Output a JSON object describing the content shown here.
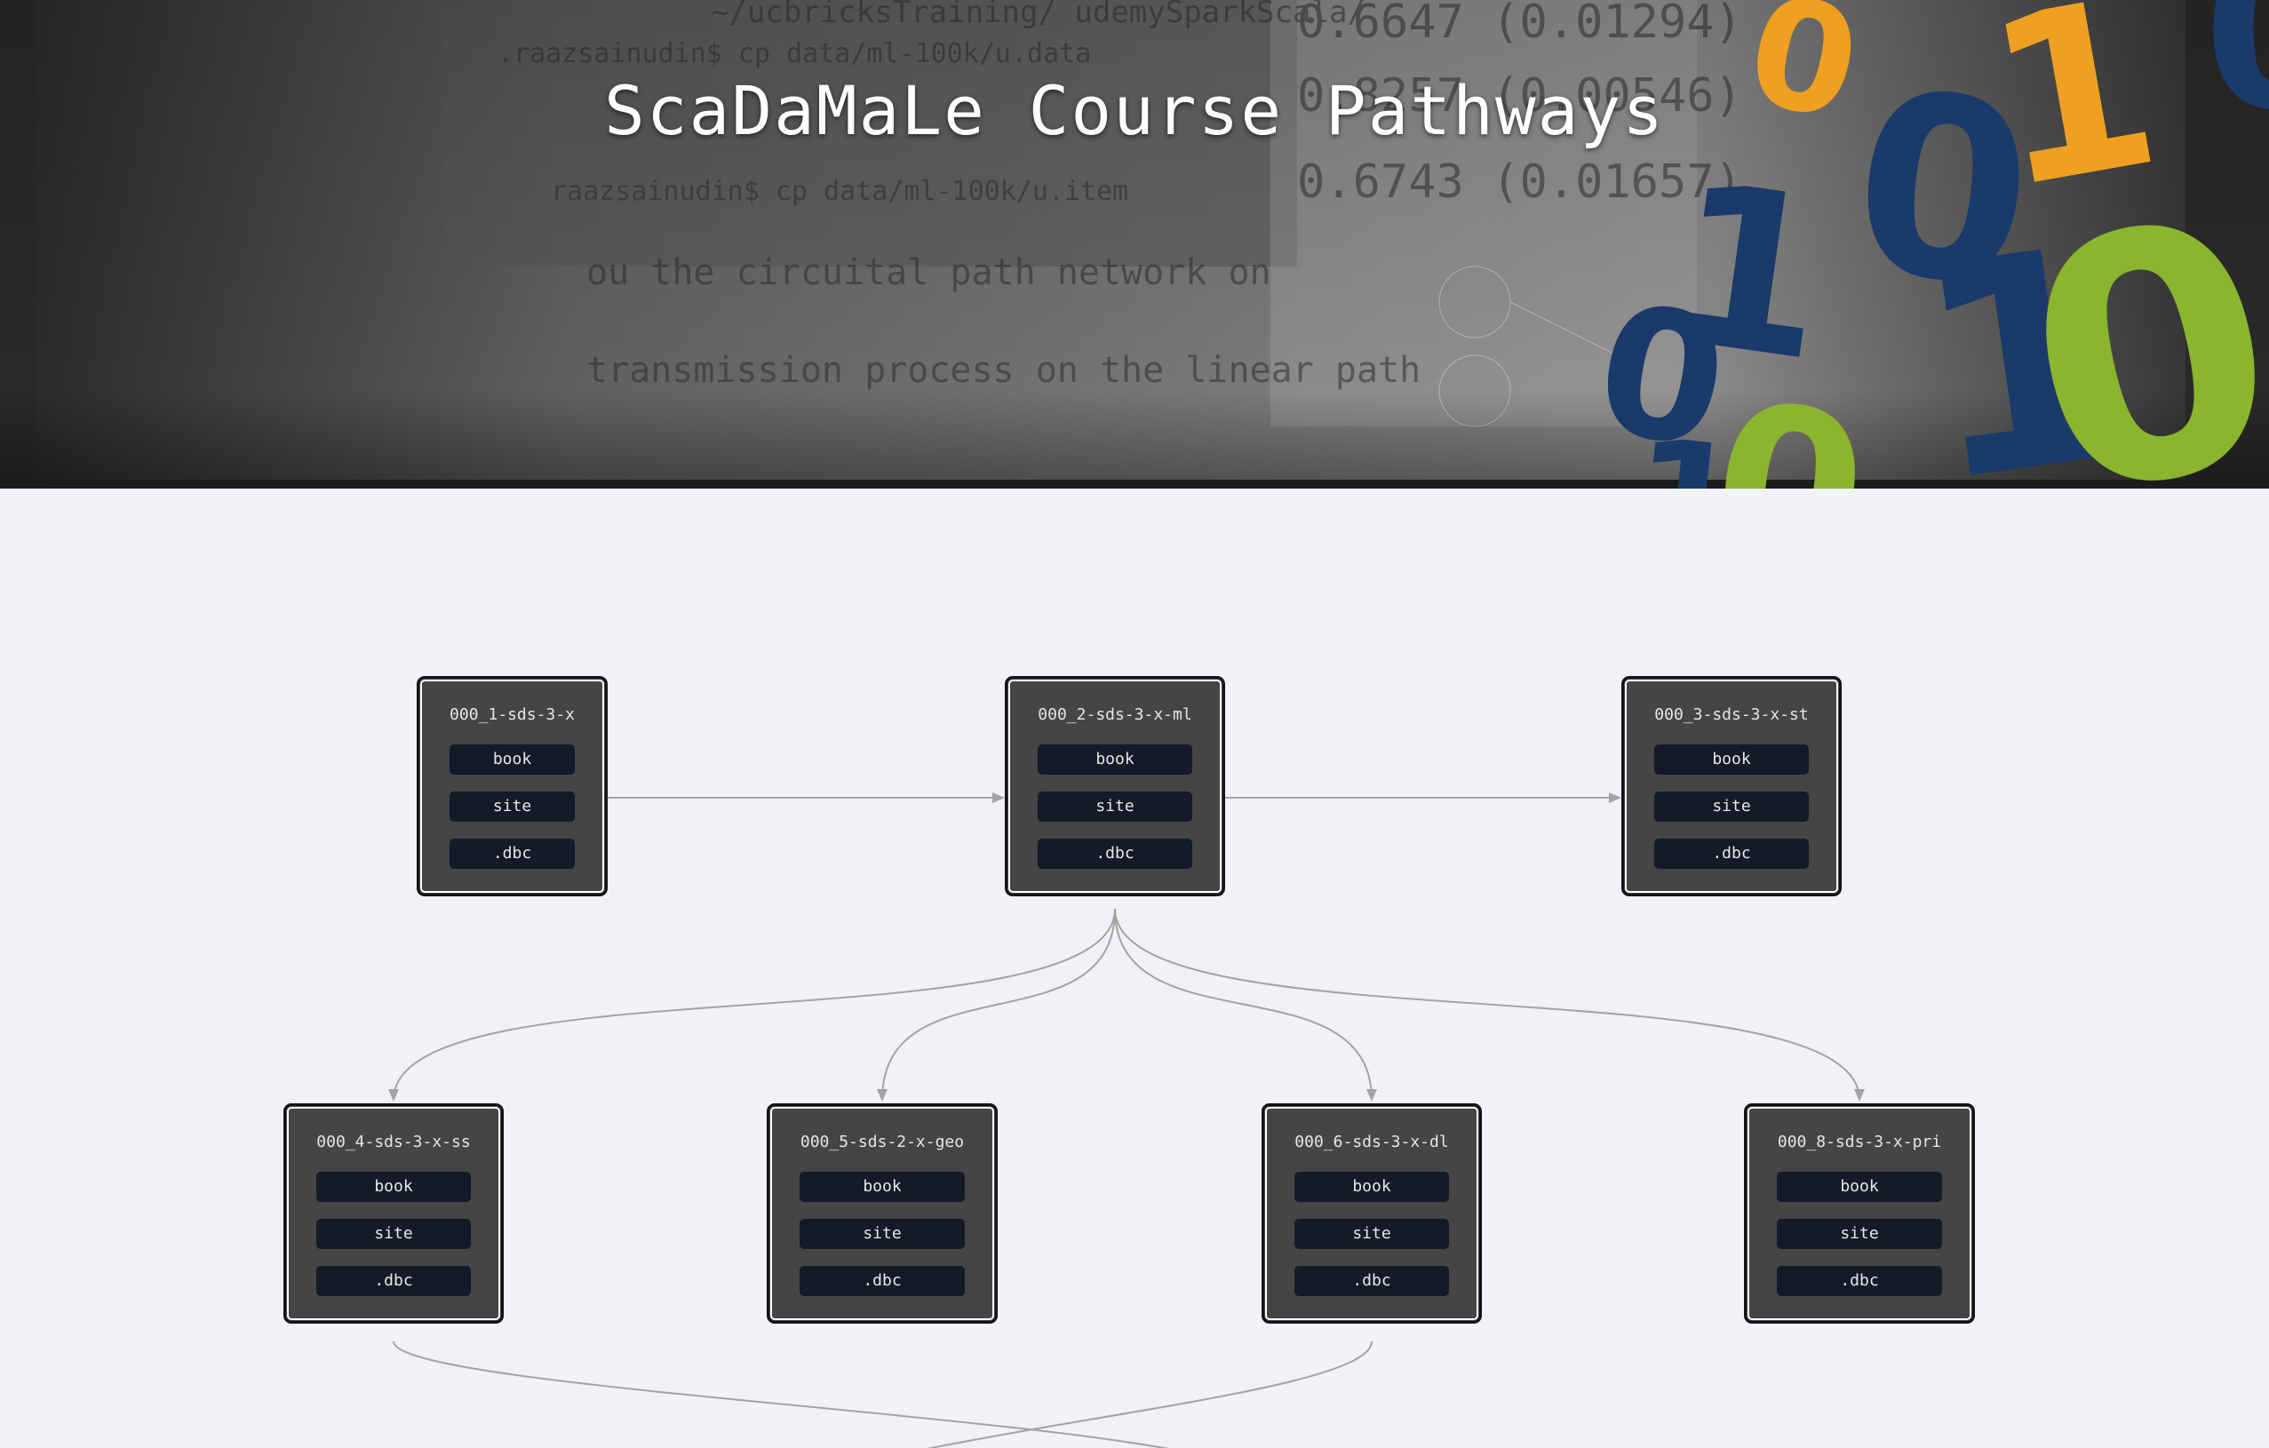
{
  "banner": {
    "title": "ScaDaMaLe Course Pathways",
    "colors": {
      "blue": "#1a3a6b",
      "orange": "#f0a020",
      "green": "#8ab52c"
    }
  },
  "nodes": [
    {
      "id": "n1",
      "title": "000_1-sds-3-x",
      "links": [
        "book",
        "site",
        ".dbc"
      ]
    },
    {
      "id": "n2",
      "title": "000_2-sds-3-x-ml",
      "links": [
        "book",
        "site",
        ".dbc"
      ]
    },
    {
      "id": "n3",
      "title": "000_3-sds-3-x-st",
      "links": [
        "book",
        "site",
        ".dbc"
      ]
    },
    {
      "id": "n4",
      "title": "000_4-sds-3-x-ss",
      "links": [
        "book",
        "site",
        ".dbc"
      ]
    },
    {
      "id": "n5",
      "title": "000_5-sds-2-x-geo",
      "links": [
        "book",
        "site",
        ".dbc"
      ]
    },
    {
      "id": "n6",
      "title": "000_6-sds-3-x-dl",
      "links": [
        "book",
        "site",
        ".dbc"
      ]
    },
    {
      "id": "n8",
      "title": "000_8-sds-3-x-pri",
      "links": [
        "book",
        "site",
        ".dbc"
      ]
    }
  ],
  "edges": [
    {
      "from": "n1",
      "to": "n2"
    },
    {
      "from": "n2",
      "to": "n3"
    },
    {
      "from": "n2",
      "to": "n4"
    },
    {
      "from": "n2",
      "to": "n5"
    },
    {
      "from": "n2",
      "to": "n6"
    },
    {
      "from": "n2",
      "to": "n8"
    }
  ],
  "colors": {
    "edge": "#a3a3a3",
    "node_bg": "#454545",
    "pill_bg": "#141a28",
    "page_bg": "#f1f2f6"
  }
}
